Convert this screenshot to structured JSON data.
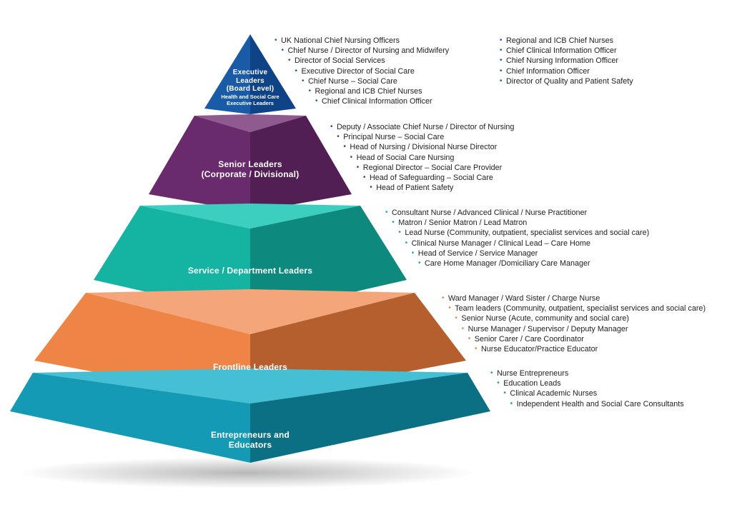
{
  "tiers": [
    {
      "id": "executive",
      "title_lines": [
        "Executive",
        "Leaders",
        "(Board Level)"
      ],
      "subtitle_lines": [
        "Health and Social Care",
        "Executive Leaders"
      ],
      "colors": {
        "front_left": "#1a5ba8",
        "front_right": "#0f4387",
        "top": "#3f7fca"
      },
      "bullet_color": "#1a5ba8",
      "items": [
        "UK National Chief Nursing Officers",
        "Chief Nurse / Director of Nursing and Midwifery",
        "Director of Social Services",
        "Executive Director of Social Care",
        "Chief Nurse – Social Care",
        "Regional and ICB Chief Nurses",
        "Chief Clinical Information Officer"
      ],
      "items_secondary": [
        "Regional and ICB Chief Nurses",
        "Chief Clinical Information Officer",
        "Chief Nursing Information Officer",
        "Chief Information Officer",
        "Director of Quality and Patient Safety"
      ]
    },
    {
      "id": "senior",
      "title_lines": [
        "Senior Leaders",
        "(Corporate / Divisional)"
      ],
      "colors": {
        "front_left": "#6a2b6d",
        "front_right": "#521f55",
        "top": "#8f5a90"
      },
      "bullet_color": "#6a2b6d",
      "items": [
        "Deputy / Associate Chief Nurse / Director of Nursing",
        "Principal Nurse – Social Care",
        "Head of Nursing / Divisional Nurse Director",
        "Head of Social Care Nursing",
        "Regional Director – Social Care Provider",
        "Head of Safeguarding – Social Care",
        "Head of Patient Safety"
      ]
    },
    {
      "id": "service",
      "title_lines": [
        "Service / Department Leaders"
      ],
      "colors": {
        "front_left": "#14b3a2",
        "front_right": "#0d8a7d",
        "top": "#3ccfbf"
      },
      "bullet_color": "#14a897",
      "items": [
        "Consultant Nurse / Advanced Clinical / Nurse Practitioner",
        "Matron / Senior Matron / Lead Matron",
        "Lead Nurse (Community, outpatient, specialist services and social care)",
        "Clinical Nurse Manager / Clinical Lead – Care Home",
        "Head of Service / Service Manager",
        "Care Home Manager /Domiciliary Care Manager"
      ]
    },
    {
      "id": "frontline",
      "title_lines": [
        "Frontline Leaders"
      ],
      "colors": {
        "front_left": "#ef8447",
        "front_right": "#b55f2f",
        "top": "#f5a57a"
      },
      "bullet_color": "#ef8447",
      "items": [
        "Ward Manager / Ward Sister / Charge Nurse",
        "Team leaders (Community, outpatient, specialist services and social care)",
        "Senior Nurse (Acute, community and social care)",
        "Nurse Manager / Supervisor / Deputy Manager",
        "Senior Carer / Care Coordinator",
        "Nurse Educator/Practice Educator"
      ]
    },
    {
      "id": "entrepreneurs",
      "title_lines": [
        "Entrepreneurs and",
        "Educators"
      ],
      "colors": {
        "front_left": "#159ab5",
        "front_right": "#0c7085",
        "top": "#45bfd4"
      },
      "bullet_color": "#159ab5",
      "items": [
        "Nurse Entrepreneurs",
        "Education Leads",
        "Clinical Academic Nurses",
        "Independent Health and Social Care Consultants"
      ]
    }
  ]
}
